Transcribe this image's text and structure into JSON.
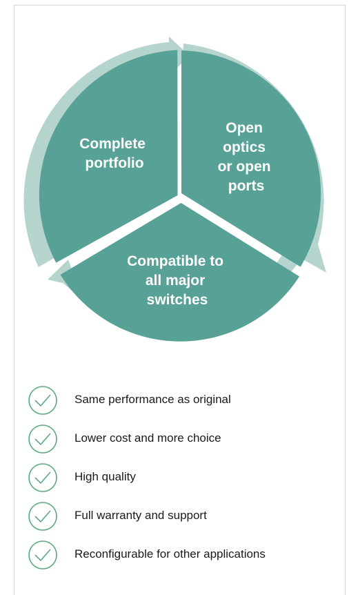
{
  "colors": {
    "segment": "#57a196",
    "ring": "#b6d4ce",
    "check": "#5aab7c",
    "text": "#1a1a1a",
    "border": "#d6d6d6"
  },
  "segments": [
    {
      "label_lines": [
        "Complete",
        "portfolio"
      ]
    },
    {
      "label_lines": [
        "Open",
        "optics",
        "or open",
        "ports"
      ]
    },
    {
      "label_lines": [
        "Compatible to",
        "all major",
        "switches"
      ]
    }
  ],
  "benefits": [
    {
      "text": "Same performance as original",
      "icon": "check-circle-icon"
    },
    {
      "text": "Lower cost and more choice",
      "icon": "check-circle-icon"
    },
    {
      "text": "High quality",
      "icon": "check-circle-icon"
    },
    {
      "text": "Full warranty and support",
      "icon": "check-circle-icon"
    },
    {
      "text": "Reconfigurable for other applications",
      "icon": "check-circle-icon"
    }
  ]
}
